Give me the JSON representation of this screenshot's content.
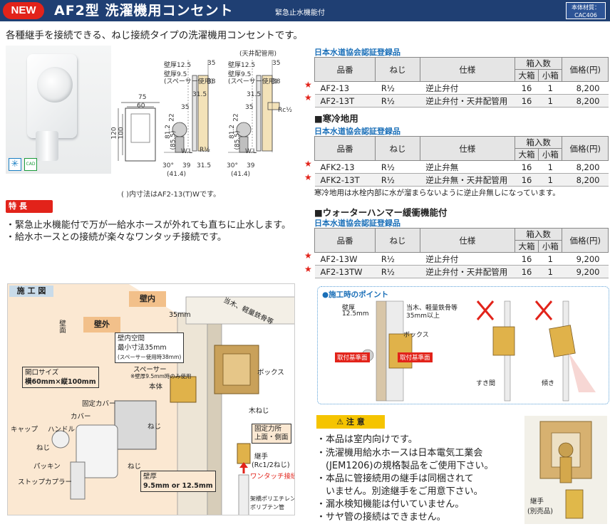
{
  "header": {
    "new_badge": "NEW",
    "title": "AF2型 洗濯機用コンセント",
    "subtitle": "緊急止水機能付",
    "material_line1": "本体材質：",
    "material_line2": "CAC406"
  },
  "intro": "各種継手を接続できる、ねじ接続タイプの洗濯機用コンセントです。",
  "photo": {
    "icon_snow": "✳",
    "icon_cad": "CAD"
  },
  "drawing": {
    "ceiling_label": "(天井配管用)",
    "wall125": "壁厚12.5",
    "wall95": "壁厚9.5",
    "spacer_note": "(スペーサー使用)",
    "d35": "35",
    "d38": "38",
    "d75": "75",
    "d60": "60",
    "d120": "120",
    "d100": "100",
    "d812": "81.2",
    "d22": "22",
    "d855": "(85.5)",
    "d315": "31.5",
    "d30": "30°",
    "d39": "39",
    "d414": "(41.4)",
    "wl": "W.L",
    "r12": "R½",
    "rc12": "Rc½",
    "caption": "(  )内寸法はAF2-13(T)Wです。"
  },
  "features": {
    "tag": "特 長",
    "items": [
      "・緊急止水機能付で万が一給水ホースが外れても直ちに止水します。",
      "・給水ホースとの接続が楽々なワンタッチ接続です。"
    ]
  },
  "tables": {
    "cert": "日本水道協会認証登録品",
    "headers": {
      "code": "品番",
      "thread": "ねじ",
      "spec": "仕様",
      "box": "箱入数",
      "big": "大箱",
      "small": "小箱",
      "price": "価格(円)"
    },
    "sections": [
      {
        "title": "",
        "rows": [
          {
            "code": "AF2-13",
            "thread": "R½",
            "spec": "逆止弁付",
            "big": "16",
            "small": "1",
            "price": "8,200"
          },
          {
            "code": "AF2-13T",
            "thread": "R½",
            "spec": "逆止弁付・天井配管用",
            "big": "16",
            "small": "1",
            "price": "8,200"
          }
        ]
      },
      {
        "title": "■寒冷地用",
        "rows": [
          {
            "code": "AFK2-13",
            "thread": "R½",
            "spec": "逆止弁無",
            "big": "16",
            "small": "1",
            "price": "8,200"
          },
          {
            "code": "AFK2-13T",
            "thread": "R½",
            "spec": "逆止弁無・天井配管用",
            "big": "16",
            "small": "1",
            "price": "8,200"
          }
        ],
        "note": "寒冷地用は水栓内部に水が溜まらないように逆止弁無しになっています。"
      },
      {
        "title": "■ウォーターハンマー緩衝機能付",
        "rows": [
          {
            "code": "AF2-13W",
            "thread": "R½",
            "spec": "逆止弁付",
            "big": "16",
            "small": "1",
            "price": "9,200"
          },
          {
            "code": "AF2-13TW",
            "thread": "R½",
            "spec": "逆止弁付・天井配管用",
            "big": "16",
            "small": "1",
            "price": "9,200"
          }
        ]
      }
    ],
    "star": "★"
  },
  "install": {
    "tag": "施 工 図",
    "wall_in": "壁内",
    "wall_out": "壁外",
    "wall_face": "壁面",
    "d35mm": "35mm",
    "backing": "当木、軽量鉄骨等",
    "space_title": "壁内空間",
    "space_min": "最小寸法35mm",
    "space_note": "(スペーサー使用時38mm)",
    "opening_title": "開口サイズ",
    "opening_size": "横60mm×縦100mm",
    "spacer": "スペーサー",
    "spacer_note": "※壁厚9.5mm時のみ使用",
    "box": "ボックス",
    "body": "本体",
    "fixed_cover": "固定カバー",
    "cover": "カバー",
    "cap": "キャップ",
    "handle": "ハンドル",
    "screw": "ねじ",
    "packing": "パッキン",
    "stop_coupler": "ストップカプラー",
    "wood_screw": "木ねじ",
    "fix_points": "固定力所",
    "fix_points2": "上面・側面",
    "joint": "継手",
    "joint_thread": "(Rc1/2ねじ)",
    "one_touch": "ワンタッチ接続",
    "wall_thick_title": "壁厚",
    "wall_thick": "9.5mm or 12.5mm",
    "pipe": "架橋ポリエチレン管",
    "pipe2": "ポリブテン管"
  },
  "point": {
    "title": "●施工時のポイント",
    "wall_thick": "壁厚",
    "wall_thick_val": "12.5mm",
    "backing": "当木、軽量鉄骨等",
    "backing_val": "35mm以上",
    "box": "ボックス",
    "ref_left": "取付基準面",
    "ref_right": "取付基準面",
    "gap": "すき間",
    "tilt": "傾き"
  },
  "caution": {
    "tag": "⚠ 注 意",
    "items": [
      "・本品は室内向けです。",
      "・洗濯機用給水ホースは日本電気工業会",
      "　(JEM1206)の規格製品をご使用下さい。",
      "・本品に管接続用の継手は同梱されて",
      "　いません。別途継手をご用意下さい。",
      "・漏水検知機能は付いていません。",
      "・サヤ管の接続はできません。"
    ]
  },
  "coupling": {
    "label1": "継手",
    "label2": "(別売品)"
  },
  "colors": {
    "header": "#1f3f73",
    "accent_red": "#e2231a",
    "cert_blue": "#1a6fb8",
    "caution_yellow": "#f5c400"
  }
}
